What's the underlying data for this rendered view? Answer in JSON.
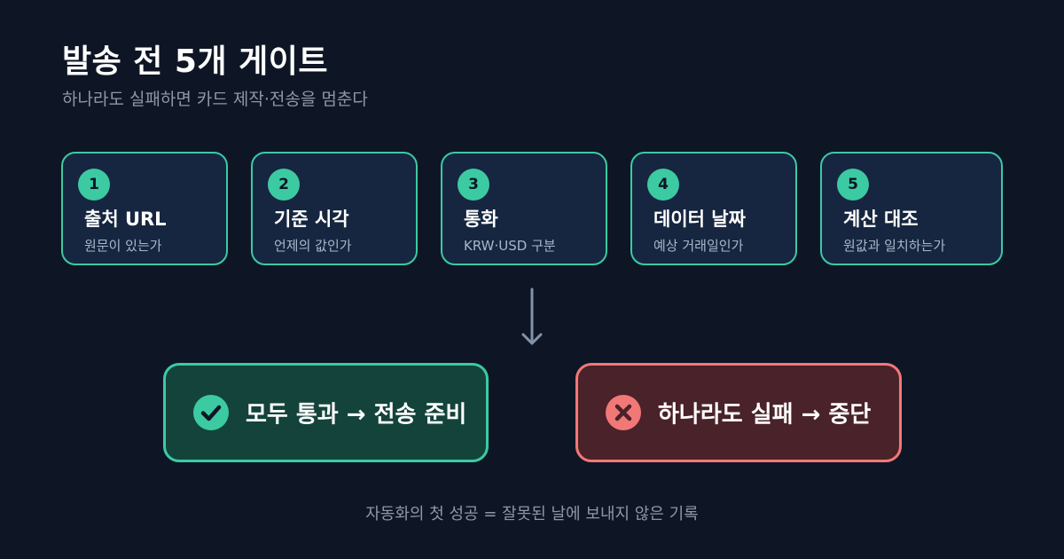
{
  "header": {
    "title": "발송 전 5개 게이트",
    "subtitle": "하나라도 실패하면 카드 제작·전송을 멈춘다"
  },
  "gates": [
    {
      "number": "1",
      "name": "출처 URL",
      "description": "원문이 있는가"
    },
    {
      "number": "2",
      "name": "기준 시각",
      "description": "언제의 값인가"
    },
    {
      "number": "3",
      "name": "통화",
      "description": "KRW·USD 구분"
    },
    {
      "number": "4",
      "name": "데이터 날짜",
      "description": "예상 거래일인가"
    },
    {
      "number": "5",
      "name": "계산 대조",
      "description": "원값과 일치하는가"
    }
  ],
  "outcomes": {
    "pass": {
      "label": "모두 통과 → 전송 준비",
      "icon": "check-icon"
    },
    "fail": {
      "label": "하나라도 실패 → 중단",
      "icon": "x-icon"
    }
  },
  "footer": {
    "caption": "자동화의 첫 성공 = 잘못된 날에 보내지 않은 기록"
  },
  "colors": {
    "background": "#0e1626",
    "gate_accent": "#3ccaa2",
    "gate_fill": "#162640",
    "pass_fill": "#13433a",
    "fail_accent": "#f27878",
    "fail_fill": "#4a2229"
  }
}
